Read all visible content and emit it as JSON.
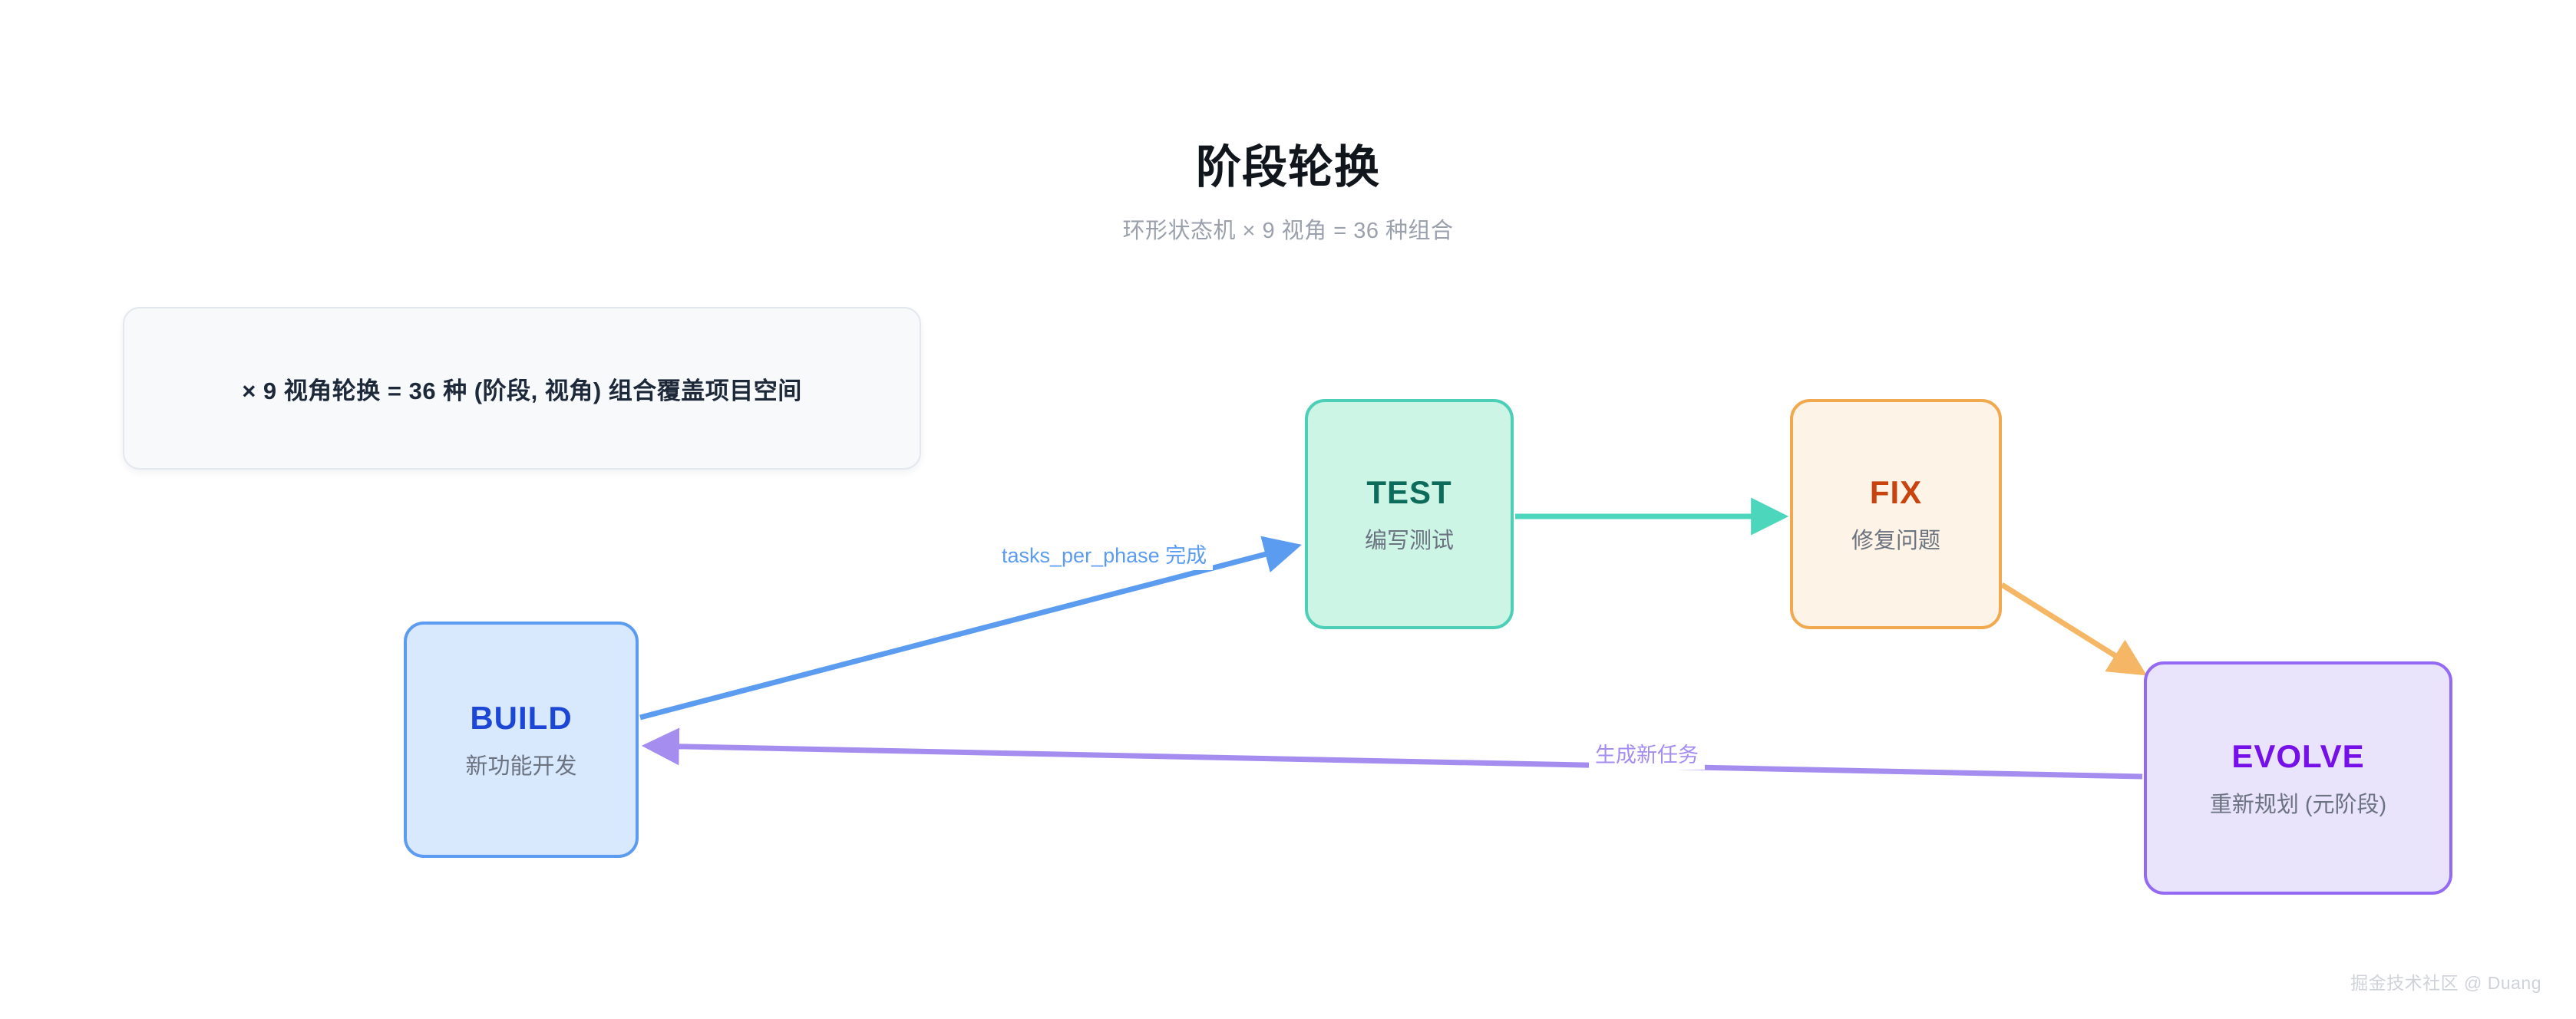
{
  "header": {
    "title": "阶段轮换",
    "subtitle": "环形状态机 × 9 视角 = 36 种组合"
  },
  "note": {
    "text": "× 9 视角轮换 = 36 种 (阶段, 视角) 组合覆盖项目空间"
  },
  "diagram": {
    "type": "cycle-state-machine",
    "nodes": [
      {
        "id": "build",
        "title": "BUILD",
        "subtitle": "新功能开发",
        "fill": "#d9e9fd",
        "border": "#5b9cf0",
        "title_color": "#1c47d6"
      },
      {
        "id": "test",
        "title": "TEST",
        "subtitle": "编写测试",
        "fill": "#cdf5e6",
        "border": "#4ccfb6",
        "title_color": "#0d6b5b"
      },
      {
        "id": "fix",
        "title": "FIX",
        "subtitle": "修复问题",
        "fill": "#fdf3e6",
        "border": "#f0a94f",
        "title_color": "#c8430e"
      },
      {
        "id": "evolve",
        "title": "EVOLVE",
        "subtitle": "重新规划 (元阶段)",
        "fill": "#e9e3fc",
        "border": "#9469f4",
        "title_color": "#7610e8"
      }
    ],
    "edges": [
      {
        "id": "build-test",
        "from": "build",
        "to": "test",
        "label": "tasks_per_phase 完成",
        "color": "#5b9cf0"
      },
      {
        "id": "test-fix",
        "from": "test",
        "to": "fix",
        "label": "",
        "color": "#4cd6bb"
      },
      {
        "id": "fix-evolve",
        "from": "fix",
        "to": "evolve",
        "label": "",
        "color": "#f5b765"
      },
      {
        "id": "evolve-build",
        "from": "evolve",
        "to": "build",
        "label": "生成新任务",
        "color": "#a58df0"
      }
    ]
  },
  "watermark": {
    "text": "掘金技术社区 @ Duang"
  }
}
